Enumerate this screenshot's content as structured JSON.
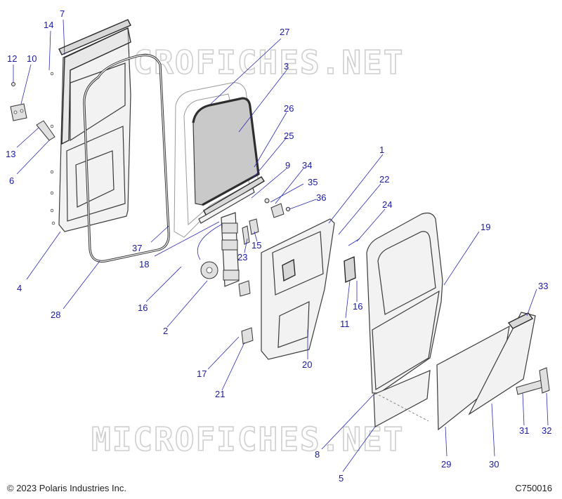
{
  "watermark": "MICROFICHES.NET",
  "footer": {
    "copyright": "© 2023 Polaris Industries Inc.",
    "figure_code": "C750016"
  },
  "callouts": [
    "1",
    "2",
    "3",
    "4",
    "5",
    "6",
    "7",
    "8",
    "9",
    "10",
    "11",
    "12",
    "13",
    "14",
    "15",
    "16",
    "16",
    "17",
    "18",
    "19",
    "20",
    "21",
    "22",
    "23",
    "24",
    "25",
    "26",
    "27",
    "28",
    "29",
    "30",
    "31",
    "32",
    "33",
    "34",
    "35",
    "36",
    "37"
  ],
  "colors": {
    "callout": "#1a1aa0",
    "outline": "#3a3a3a",
    "watermark": "#cfcfcf"
  }
}
